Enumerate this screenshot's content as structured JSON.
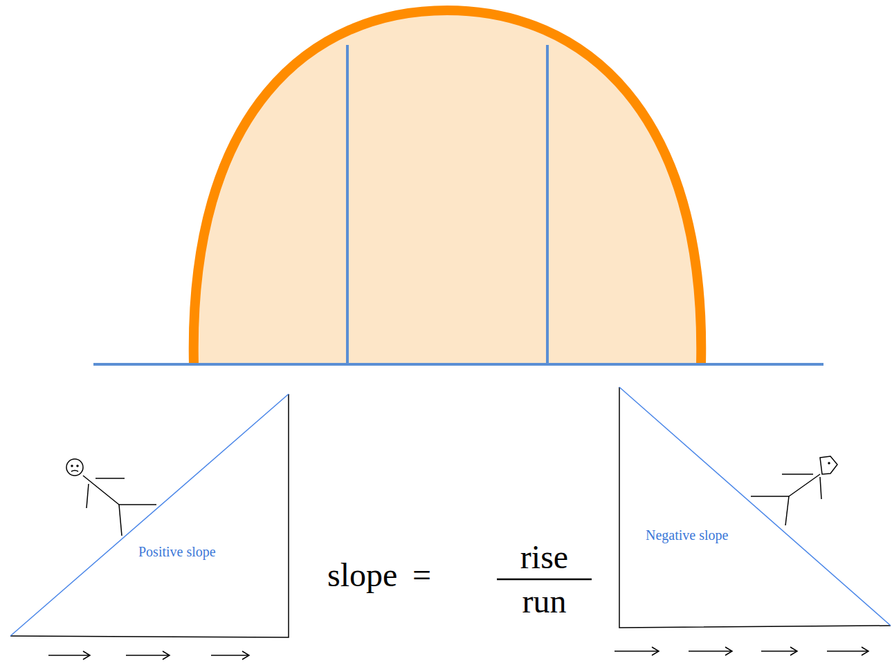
{
  "diagram": {
    "nodes": [
      {
        "text": [
          "Positive slope"
        ]
      },
      {
        "text": [
          "Negative slope"
        ]
      }
    ],
    "labels": [
      "slope",
      "=",
      "rise",
      "run"
    ]
  }
}
